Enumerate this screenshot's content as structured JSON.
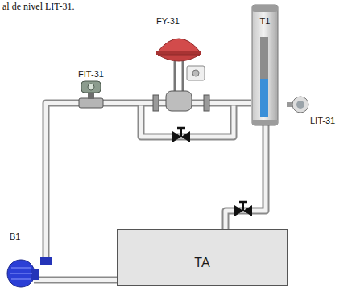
{
  "diagram": {
    "nodes": [
      {
        "text": [
          "FIT-31"
        ]
      },
      {
        "text": [
          "FY-31"
        ]
      },
      {
        "text": [
          "T1"
        ]
      },
      {
        "text": [
          "LIT-31"
        ]
      },
      {
        "text": [
          "B1"
        ]
      },
      {
        "text": [
          "TA"
        ]
      }
    ],
    "edges": [
      {
        "from": 5,
        "to": 4,
        "arrow": "none"
      },
      {
        "from": 4,
        "to": 0,
        "arrow": "none"
      },
      {
        "from": 0,
        "to": 1,
        "arrow": "none"
      },
      {
        "from": 1,
        "to": 2,
        "arrow": "none"
      },
      {
        "from": 2,
        "to": 5,
        "arrow": "none"
      }
    ],
    "labels": [
      "al de nivel LIT-31."
    ]
  }
}
